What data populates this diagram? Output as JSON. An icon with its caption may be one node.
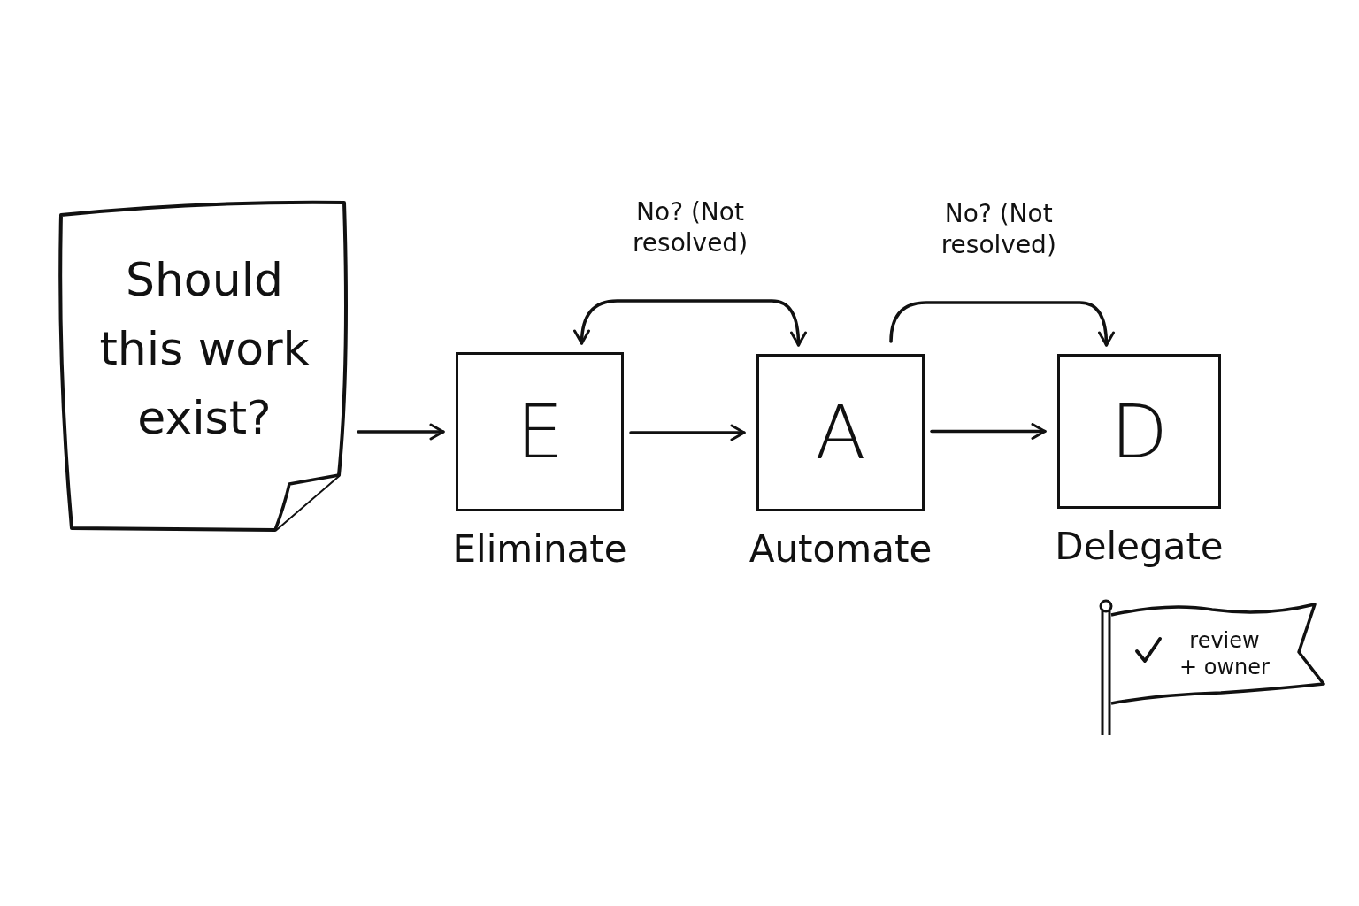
{
  "diagram": {
    "nodes": [
      {
        "text": [
          "Should this work exist?"
        ]
      },
      {
        "text": [
          "E"
        ],
        "beside": [
          "Eliminate"
        ]
      },
      {
        "text": [
          "A"
        ],
        "beside": [
          "Automate"
        ]
      },
      {
        "text": [
          "D"
        ],
        "beside": [
          "Delegate"
        ]
      },
      {
        "text": [
          "review + owner"
        ]
      }
    ],
    "edges": [
      {
        "from": 0,
        "to": 1,
        "arrow": "to"
      },
      {
        "from": 1,
        "to": 2,
        "arrow": "to"
      },
      {
        "from": 2,
        "to": 3,
        "arrow": "to"
      },
      {
        "from": 1,
        "to": 2,
        "arrow": "both",
        "label": "No? (Not resolved)"
      },
      {
        "from": 2,
        "to": 3,
        "arrow": "to",
        "label": "No? (Not resolved)"
      }
    ]
  }
}
